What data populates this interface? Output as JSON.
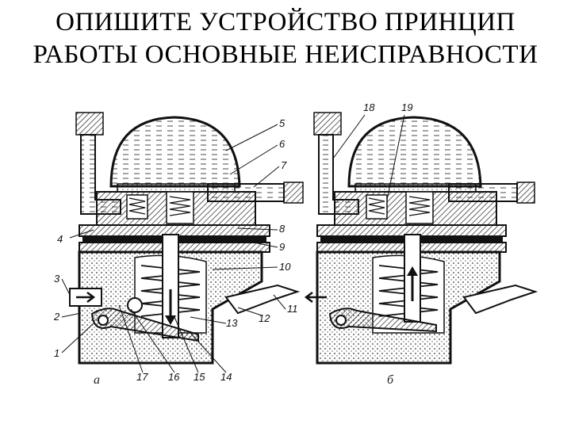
{
  "title": {
    "line1": "ОПИШИТЕ УСТРОЙСТВО ПРИНЦИП",
    "line2": "РАБОТЫ ОСНОВНЫЕ НЕИСПРАВНОСТИ"
  },
  "figure": {
    "caption_a": "а",
    "caption_b": "б",
    "labels": {
      "n1": "1",
      "n2": "2",
      "n3": "3",
      "n4": "4",
      "n5": "5",
      "n6": "6",
      "n7": "7",
      "n8": "8",
      "n9": "9",
      "n10": "10",
      "n11": "11",
      "n12": "12",
      "n13": "13",
      "n14": "14",
      "n15": "15",
      "n16": "16",
      "n17": "17",
      "n18": "18",
      "n19": "19"
    }
  }
}
